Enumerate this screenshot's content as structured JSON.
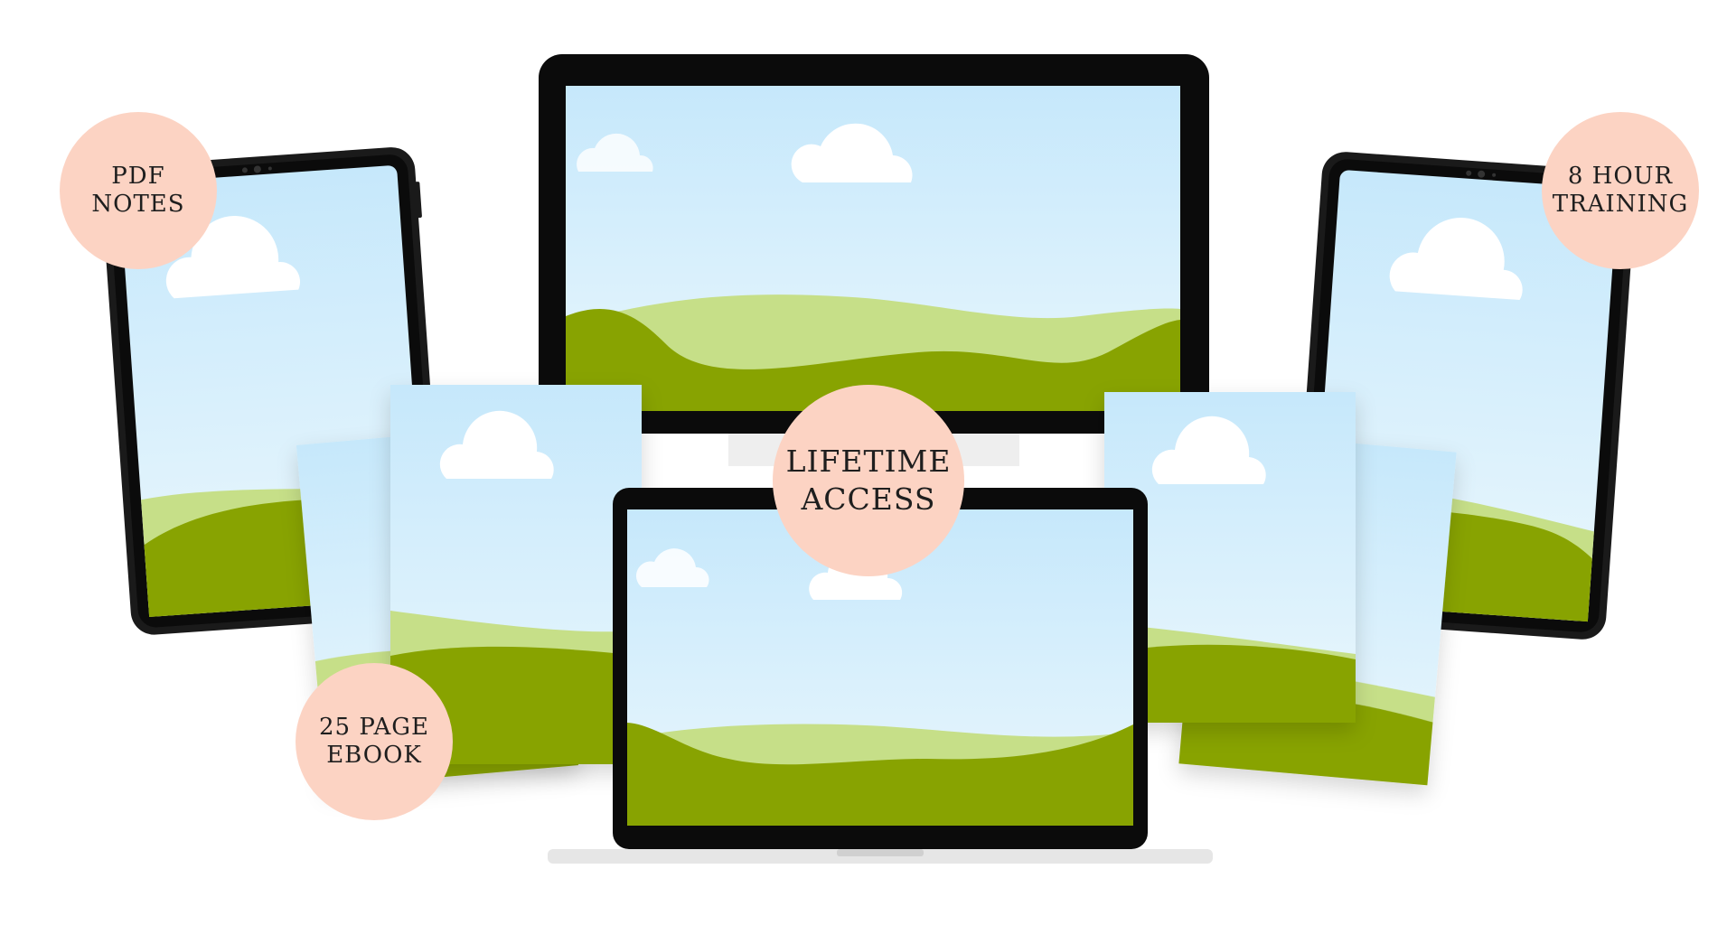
{
  "colors": {
    "background": "#ffffff",
    "badge": "#fcd3c3",
    "badge_text": "#1e1e1e",
    "bezel": "#0b0b0b",
    "sky_top": "#c6e8fb",
    "sky_bottom": "#e8f6fd",
    "hill_light": "#c6df88",
    "hill_dark": "#88a301",
    "cloud": "#ffffff",
    "laptop_base": "#e6e6e6",
    "page_shadow": "rgba(0,0,0,0.18)"
  },
  "badges": {
    "pdf_notes": {
      "line1": "PDF",
      "line2": "NOTES"
    },
    "hour_training": {
      "line1": "8 HOUR",
      "line2": "TRAINING"
    },
    "lifetime_access": {
      "line1": "LIFETIME",
      "line2": "ACCESS"
    },
    "page_ebook": {
      "line1": "25 PAGE",
      "line2": "EBOOK"
    }
  },
  "icons": {
    "cloud": "cloud-icon",
    "hills": "hills-illustration",
    "camera": "camera-dot-icon"
  }
}
